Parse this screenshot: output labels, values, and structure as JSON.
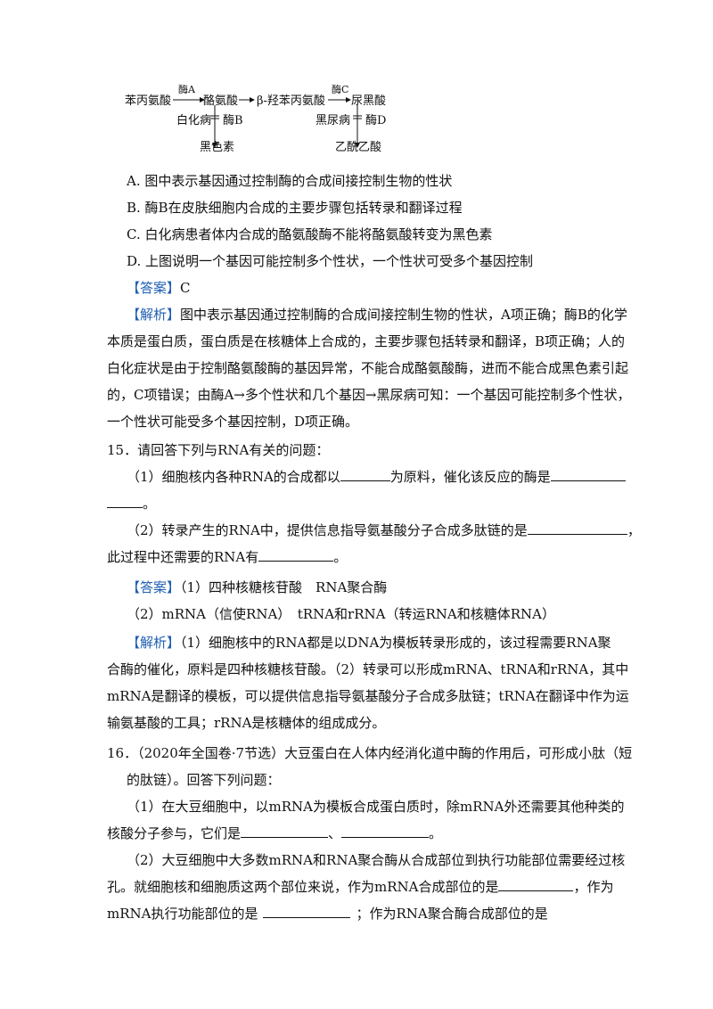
{
  "diagram": {
    "n1": "苯丙氨酸",
    "e1": "酶A",
    "n2": "酪氨酸",
    "n3": "β-羟苯丙氨酸",
    "e2": "酶C",
    "n4": "尿黑酸",
    "d1": "白化病",
    "e3": "酶B",
    "p1": "黑色素",
    "d2": "黑尿病",
    "e4": "酶D",
    "p2": "乙酰乙酸"
  },
  "q14": {
    "optA": "A. 图中表示基因通过控制酶的合成间接控制生物的性状",
    "optB": "B. 酶B在皮肤细胞内合成的主要步骤包括转录和翻译过程",
    "optC": "C. 白化病患者体内合成的酪氨酸酶不能将酪氨酸转变为黑色素",
    "optD": "D. 上图说明一个基因可能控制多个性状，一个性状可受多个基因控制",
    "answer_tag": "【答案】",
    "answer": "C",
    "analysis_tag": "【解析】",
    "analysis_l1": "图中表示基因通过控制酶的合成间接控制生物的性状，A项正确；酶B的化学",
    "analysis_l2": "本质是蛋白质，蛋白质是在核糖体上合成的，主要步骤包括转录和翻译，B项正确；人的",
    "analysis_l3": "白化症状是由于控制酪氨酸酶的基因异常，不能合成酪氨酸酶，进而不能合成黑色素引起",
    "analysis_l4": "的，C项错误；由酶A→多个性状和几个基因→黑尿病可知：一个基因可能控制多个性状，",
    "analysis_l5": "一个性状可能受多个基因控制，D项正确。"
  },
  "q15": {
    "stem": "15．请回答下列与RNA有关的问题：",
    "s1a": "（1）细胞核内各种RNA的合成都以",
    "s1b": "为原料，催化该反应的酶是",
    "s1c": "。",
    "s2a": "（2）转录产生的RNA中，提供信息指导氨基酸分子合成多肽链的是",
    "s2b": "，",
    "s2c": "此过程中还需要的RNA有",
    "s2d": "。",
    "answer_tag": "【答案】",
    "ans1": "（1）四种核糖核苷酸　RNA聚合酶",
    "ans2": "（2）mRNA（信使RNA）　tRNA和rRNA（转运RNA和核糖体RNA）",
    "analysis_tag": "【解析】",
    "analysis_l1": "（1）细胞核中的RNA都是以DNA为模板转录形成的，该过程需要RNA聚",
    "analysis_l2": "合酶的催化，原料是四种核糖核苷酸。（2）转录可以形成mRNA、tRNA和rRNA，其中",
    "analysis_l3": "mRNA是翻译的模板，可以提供信息指导氨基酸分子合成多肽链；tRNA在翻译中作为运",
    "analysis_l4": "输氨基酸的工具；rRNA是核糖体的组成成分。"
  },
  "q16": {
    "stem_l1": "16．（2020年全国卷·7节选）大豆蛋白在人体内经消化道中酶的作用后，可形成小肽（短",
    "stem_l2": "的肽链）。回答下列问题：",
    "s1a": "（1）在大豆细胞中，以mRNA为模板合成蛋白质时，除mRNA外还需要其他种类的",
    "s1b": "核酸分子参与，它们是",
    "s1c": "、",
    "s1d": "。",
    "s2a": "（2）大豆细胞中大多数mRNA和RNA聚合酶从合成部位到执行功能部位需要经过核",
    "s2b": "孔。就细胞核和细胞质这两个部位来说，作为mRNA合成部位的是",
    "s2c": "，作为",
    "s2d": "mRNA执行功能部位的是",
    "s2e": "；作为RNA聚合酶合成部位的是"
  }
}
